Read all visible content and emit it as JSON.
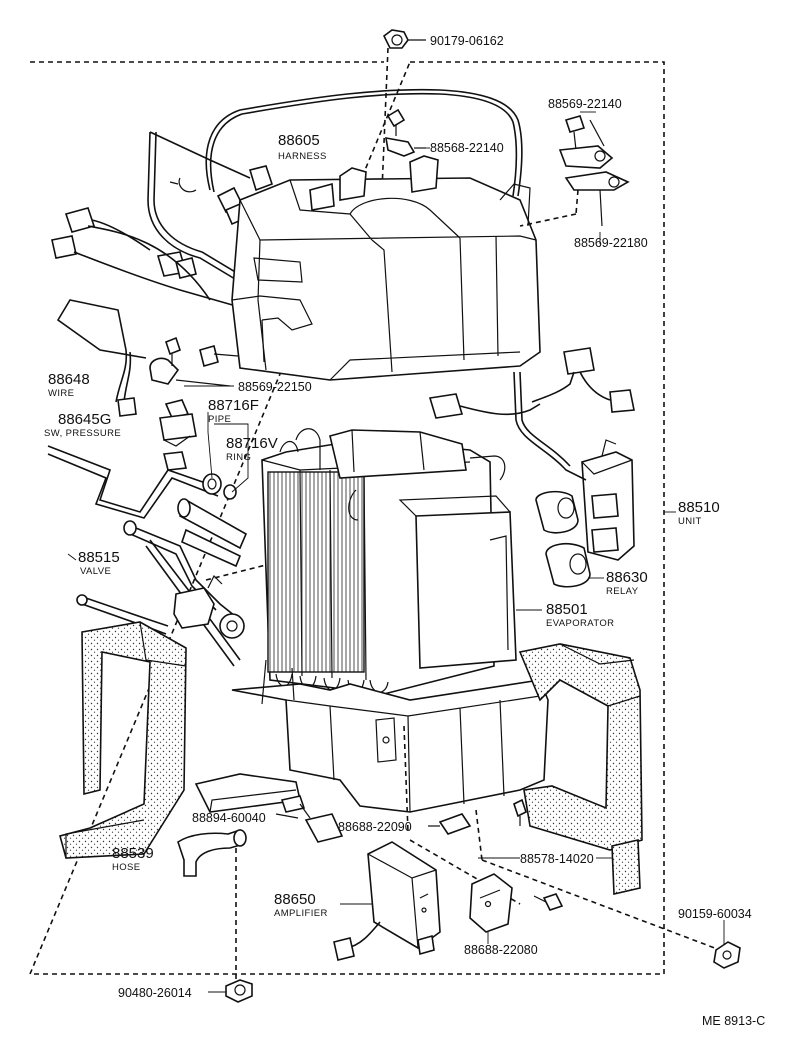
{
  "diagram": {
    "reference_code": "ME 8913-C",
    "parts": [
      {
        "id": "p-90179",
        "number": "90179-06162",
        "name": ""
      },
      {
        "id": "p-88569-22140",
        "number": "88569-22140",
        "name": ""
      },
      {
        "id": "p-88605",
        "number": "88605",
        "name": "HARNESS"
      },
      {
        "id": "p-88568",
        "number": "88568-22140",
        "name": ""
      },
      {
        "id": "p-88569-22180",
        "number": "88569-22180",
        "name": ""
      },
      {
        "id": "p-88648",
        "number": "88648",
        "name": "WIRE"
      },
      {
        "id": "p-88569-22150",
        "number": "88569-22150",
        "name": ""
      },
      {
        "id": "p-88645g",
        "number": "88645G",
        "name": "SW, PRESSURE"
      },
      {
        "id": "p-88716f",
        "number": "88716F",
        "name": "PIPE"
      },
      {
        "id": "p-88716v",
        "number": "88716V",
        "name": "RING"
      },
      {
        "id": "p-88510",
        "number": "88510",
        "name": "UNIT"
      },
      {
        "id": "p-88515",
        "number": "88515",
        "name": "VALVE"
      },
      {
        "id": "p-88630",
        "number": "88630",
        "name": "RELAY"
      },
      {
        "id": "p-88501",
        "number": "88501",
        "name": "EVAPORATOR"
      },
      {
        "id": "p-88894",
        "number": "88894-60040",
        "name": ""
      },
      {
        "id": "p-88688-22090",
        "number": "88688-22090",
        "name": ""
      },
      {
        "id": "p-88539",
        "number": "88539",
        "name": "HOSE"
      },
      {
        "id": "p-88578",
        "number": "88578-14020",
        "name": ""
      },
      {
        "id": "p-88650",
        "number": "88650",
        "name": "AMPLIFIER"
      },
      {
        "id": "p-90159",
        "number": "90159-60034",
        "name": ""
      },
      {
        "id": "p-88688-22080",
        "number": "88688-22080",
        "name": ""
      },
      {
        "id": "p-90480",
        "number": "90480-26014",
        "name": ""
      }
    ]
  }
}
